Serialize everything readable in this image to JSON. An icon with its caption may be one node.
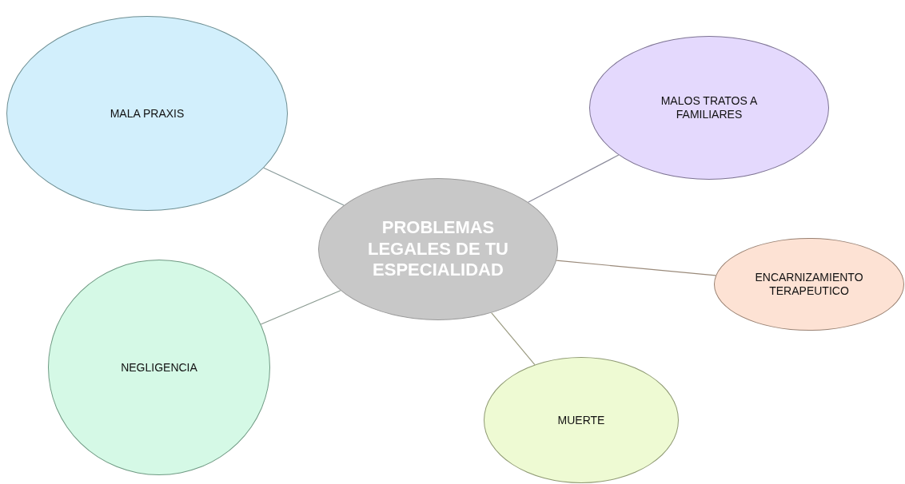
{
  "diagram": {
    "nodes": [
      {
        "text": [
          "PROBLEMAS LEGALES DE TU ESPECIALIDAD"
        ]
      },
      {
        "text": [
          "MALA PRAXIS"
        ]
      },
      {
        "text": [
          "MALOS TRATOS A FAMILIARES"
        ]
      },
      {
        "text": [
          "ENCARNIZAMIENTO TERAPEUTICO"
        ]
      },
      {
        "text": [
          "NEGLIGENCIA"
        ]
      },
      {
        "text": [
          "MUERTE"
        ]
      }
    ],
    "edges": [
      {
        "from": 0,
        "to": 1,
        "arrow": "none"
      },
      {
        "from": 0,
        "to": 2,
        "arrow": "none"
      },
      {
        "from": 0,
        "to": 3,
        "arrow": "none"
      },
      {
        "from": 0,
        "to": 4,
        "arrow": "none"
      },
      {
        "from": 0,
        "to": 5,
        "arrow": "none"
      }
    ]
  }
}
